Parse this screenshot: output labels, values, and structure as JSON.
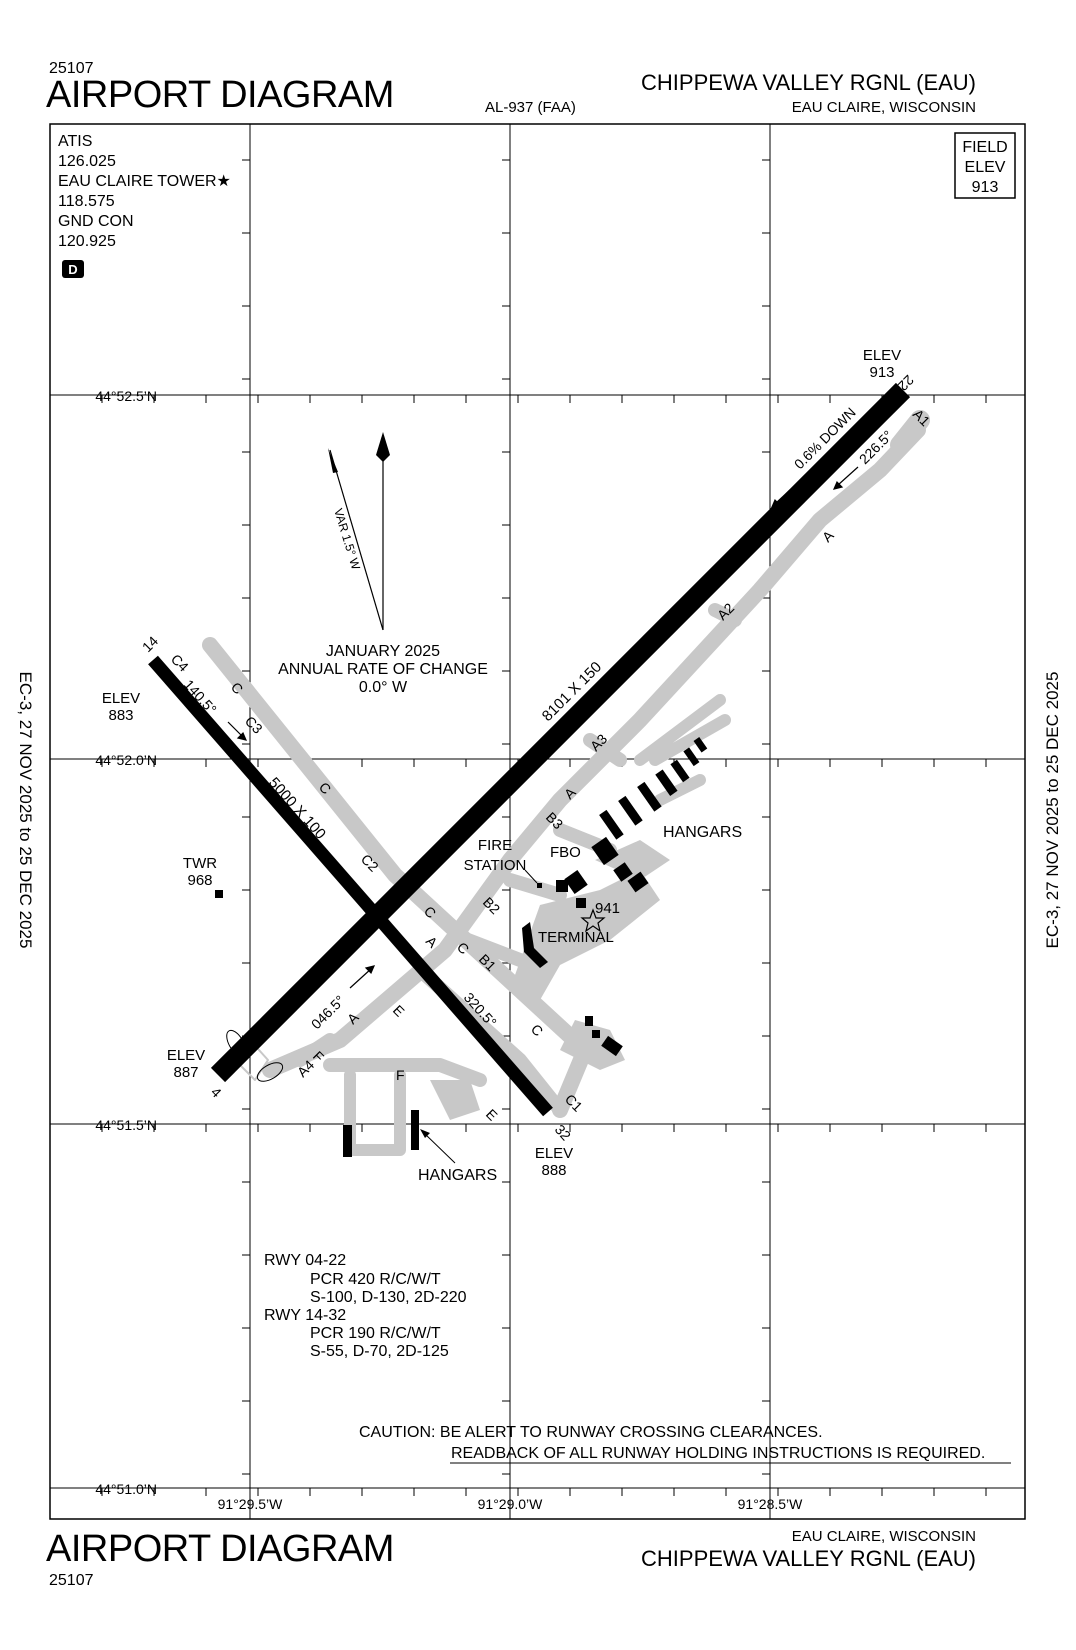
{
  "header": {
    "chart_id": "25107",
    "title": "AIRPORT DIAGRAM",
    "procedure": "AL-937 (FAA)",
    "airport_name": "CHIPPEWA VALLEY RGNL (EAU)",
    "city": "EAU CLAIRE, WISCONSIN"
  },
  "footer": {
    "chart_id": "25107",
    "title": "AIRPORT DIAGRAM",
    "airport_name": "CHIPPEWA VALLEY RGNL (EAU)",
    "city": "EAU CLAIRE, WISCONSIN"
  },
  "effective_dates": "EC-3,  27 NOV 2025  to  25 DEC 2025",
  "comms": [
    "ATIS",
    "126.025",
    "EAU CLAIRE TOWER★",
    "118.575",
    "GND CON",
    "120.925"
  ],
  "airspace_badge": "D",
  "field_elev": {
    "label1": "FIELD",
    "label2": "ELEV",
    "value": "913"
  },
  "latitudes": [
    "44°52.5’N",
    "44°52.0’N",
    "44°51.5’N",
    "44°51.0’N"
  ],
  "longitudes": [
    "91°29.5’W",
    "91°29.0’W",
    "91°28.5’W"
  ],
  "magvar": {
    "label": "VAR 1.5° W",
    "line1": "JANUARY 2025",
    "line2": "ANNUAL RATE OF CHANGE",
    "line3": "0.0° W"
  },
  "runways": {
    "r0422": {
      "end_a": "4",
      "end_b": "22",
      "dims": "8101 X 150",
      "hdg_a": "046.5°",
      "hdg_b": "226.5°",
      "slope": "0.6% DOWN",
      "elev_a": {
        "label": "ELEV",
        "value": "887"
      },
      "elev_b": {
        "label": "ELEV",
        "value": "913"
      }
    },
    "r1432": {
      "end_a": "14",
      "end_b": "32",
      "dims": "5000 X 100",
      "hdg_a": "140.5°",
      "hdg_b": "320.5°",
      "elev_a": {
        "label": "ELEV",
        "value": "883"
      },
      "elev_b": {
        "label": "ELEV",
        "value": "888"
      }
    }
  },
  "taxiways": [
    "A",
    "A1",
    "A2",
    "A3",
    "A4",
    "B1",
    "B2",
    "B3",
    "C",
    "C1",
    "C2",
    "C3",
    "C4",
    "E",
    "F"
  ],
  "facilities": {
    "tower": {
      "label": "TWR",
      "elev": "968"
    },
    "fire_station": {
      "line1": "FIRE",
      "line2": "STATION"
    },
    "fbo": "FBO",
    "terminal": "TERMINAL",
    "beacon_elev": "941",
    "hangars": "HANGARS"
  },
  "pcr": [
    "RWY 04-22",
    "PCR 420 R/C/W/T",
    "S-100, D-130, 2D-220",
    "RWY 14-32",
    "PCR 190 R/C/W/T",
    "S-55, D-70, 2D-125"
  ],
  "caution": {
    "line1": "CAUTION: BE ALERT TO RUNWAY CROSSING CLEARANCES.",
    "line2": "READBACK OF ALL RUNWAY HOLDING INSTRUCTIONS IS REQUIRED."
  },
  "colors": {
    "taxiway": "#c8c8c8",
    "runway": "#000000",
    "grid": "#000000"
  }
}
